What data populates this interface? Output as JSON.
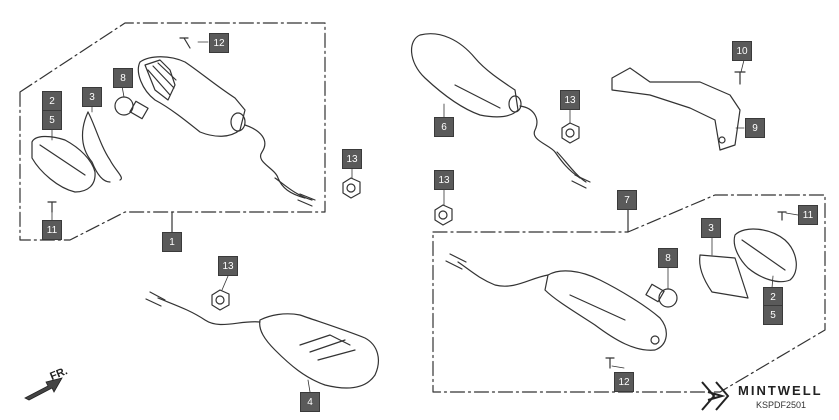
{
  "callouts": {
    "c1": "1",
    "c2a": "2",
    "c5a": "5",
    "c3a": "3",
    "c8a": "8",
    "c11a": "11",
    "c12a": "12",
    "c13a": "13",
    "c4": "4",
    "c13b": "13",
    "c6": "6",
    "c13c": "13",
    "c10": "10",
    "c9": "9",
    "c13d": "13",
    "c7": "7",
    "c11b": "11",
    "c3b": "3",
    "c8b": "8",
    "c2b": "2",
    "c5b": "5",
    "c12b": "12"
  },
  "direction_label": "FR.",
  "brand": {
    "name": "MINTWELL",
    "code": "KSPDF2501"
  },
  "colors": {
    "callout_fill": "#5a5a5a",
    "callout_text": "#ffffff",
    "line": "#333333"
  }
}
